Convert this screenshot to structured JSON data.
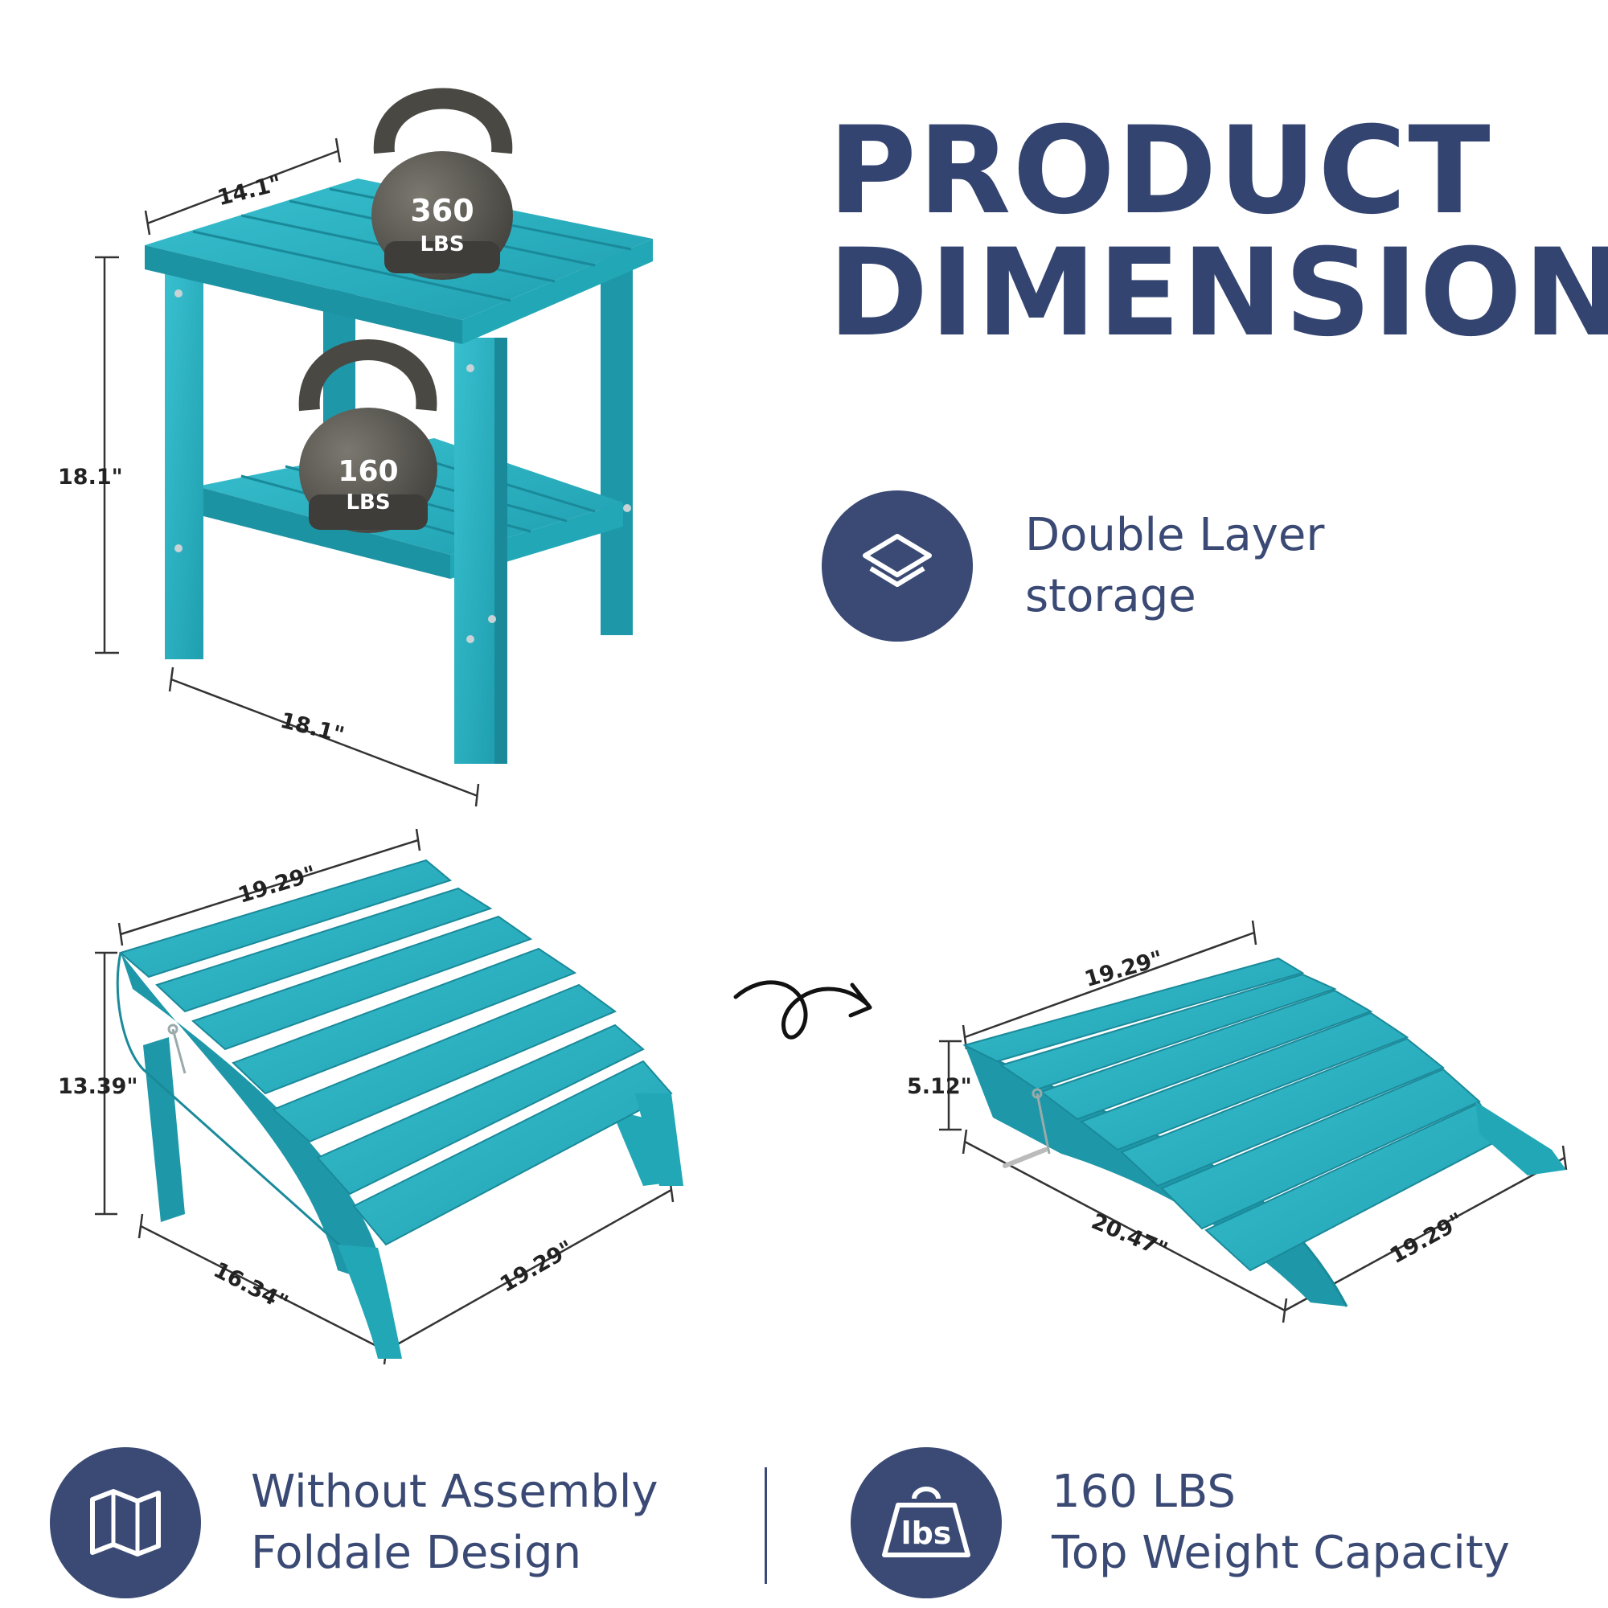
{
  "title": {
    "line1": "PRODUCT",
    "line2": "DIMENSION"
  },
  "features": {
    "double_layer": {
      "line1": "Double Layer",
      "line2": "storage",
      "icon": "layers-icon"
    },
    "assembly": {
      "line1": "Without Assembly",
      "line2": "Foldale Design",
      "icon": "folded-map-icon"
    },
    "weight": {
      "line1": "160 LBS",
      "line2": "Top Weight Capacity",
      "icon": "weight-lbs-icon",
      "icon_label": "lbs"
    }
  },
  "side_table": {
    "top_width": "14.1\"",
    "height": "18.1\"",
    "depth": "18.1\"",
    "top_load": {
      "value": "360",
      "unit": "LBS"
    },
    "shelf_load": {
      "value": "160",
      "unit": "LBS"
    }
  },
  "ottoman_unfolded": {
    "top_width": "19.29\"",
    "height": "13.39\"",
    "depth": "16.34\"",
    "front_width": "19.29\""
  },
  "ottoman_folded": {
    "top_width": "19.29\"",
    "height": "5.12\"",
    "length": "20.47\"",
    "front_width": "19.29\""
  },
  "colors": {
    "navy": "#3a4a74",
    "teal": "#2bb0c0",
    "kettlebell": "#55534e"
  }
}
